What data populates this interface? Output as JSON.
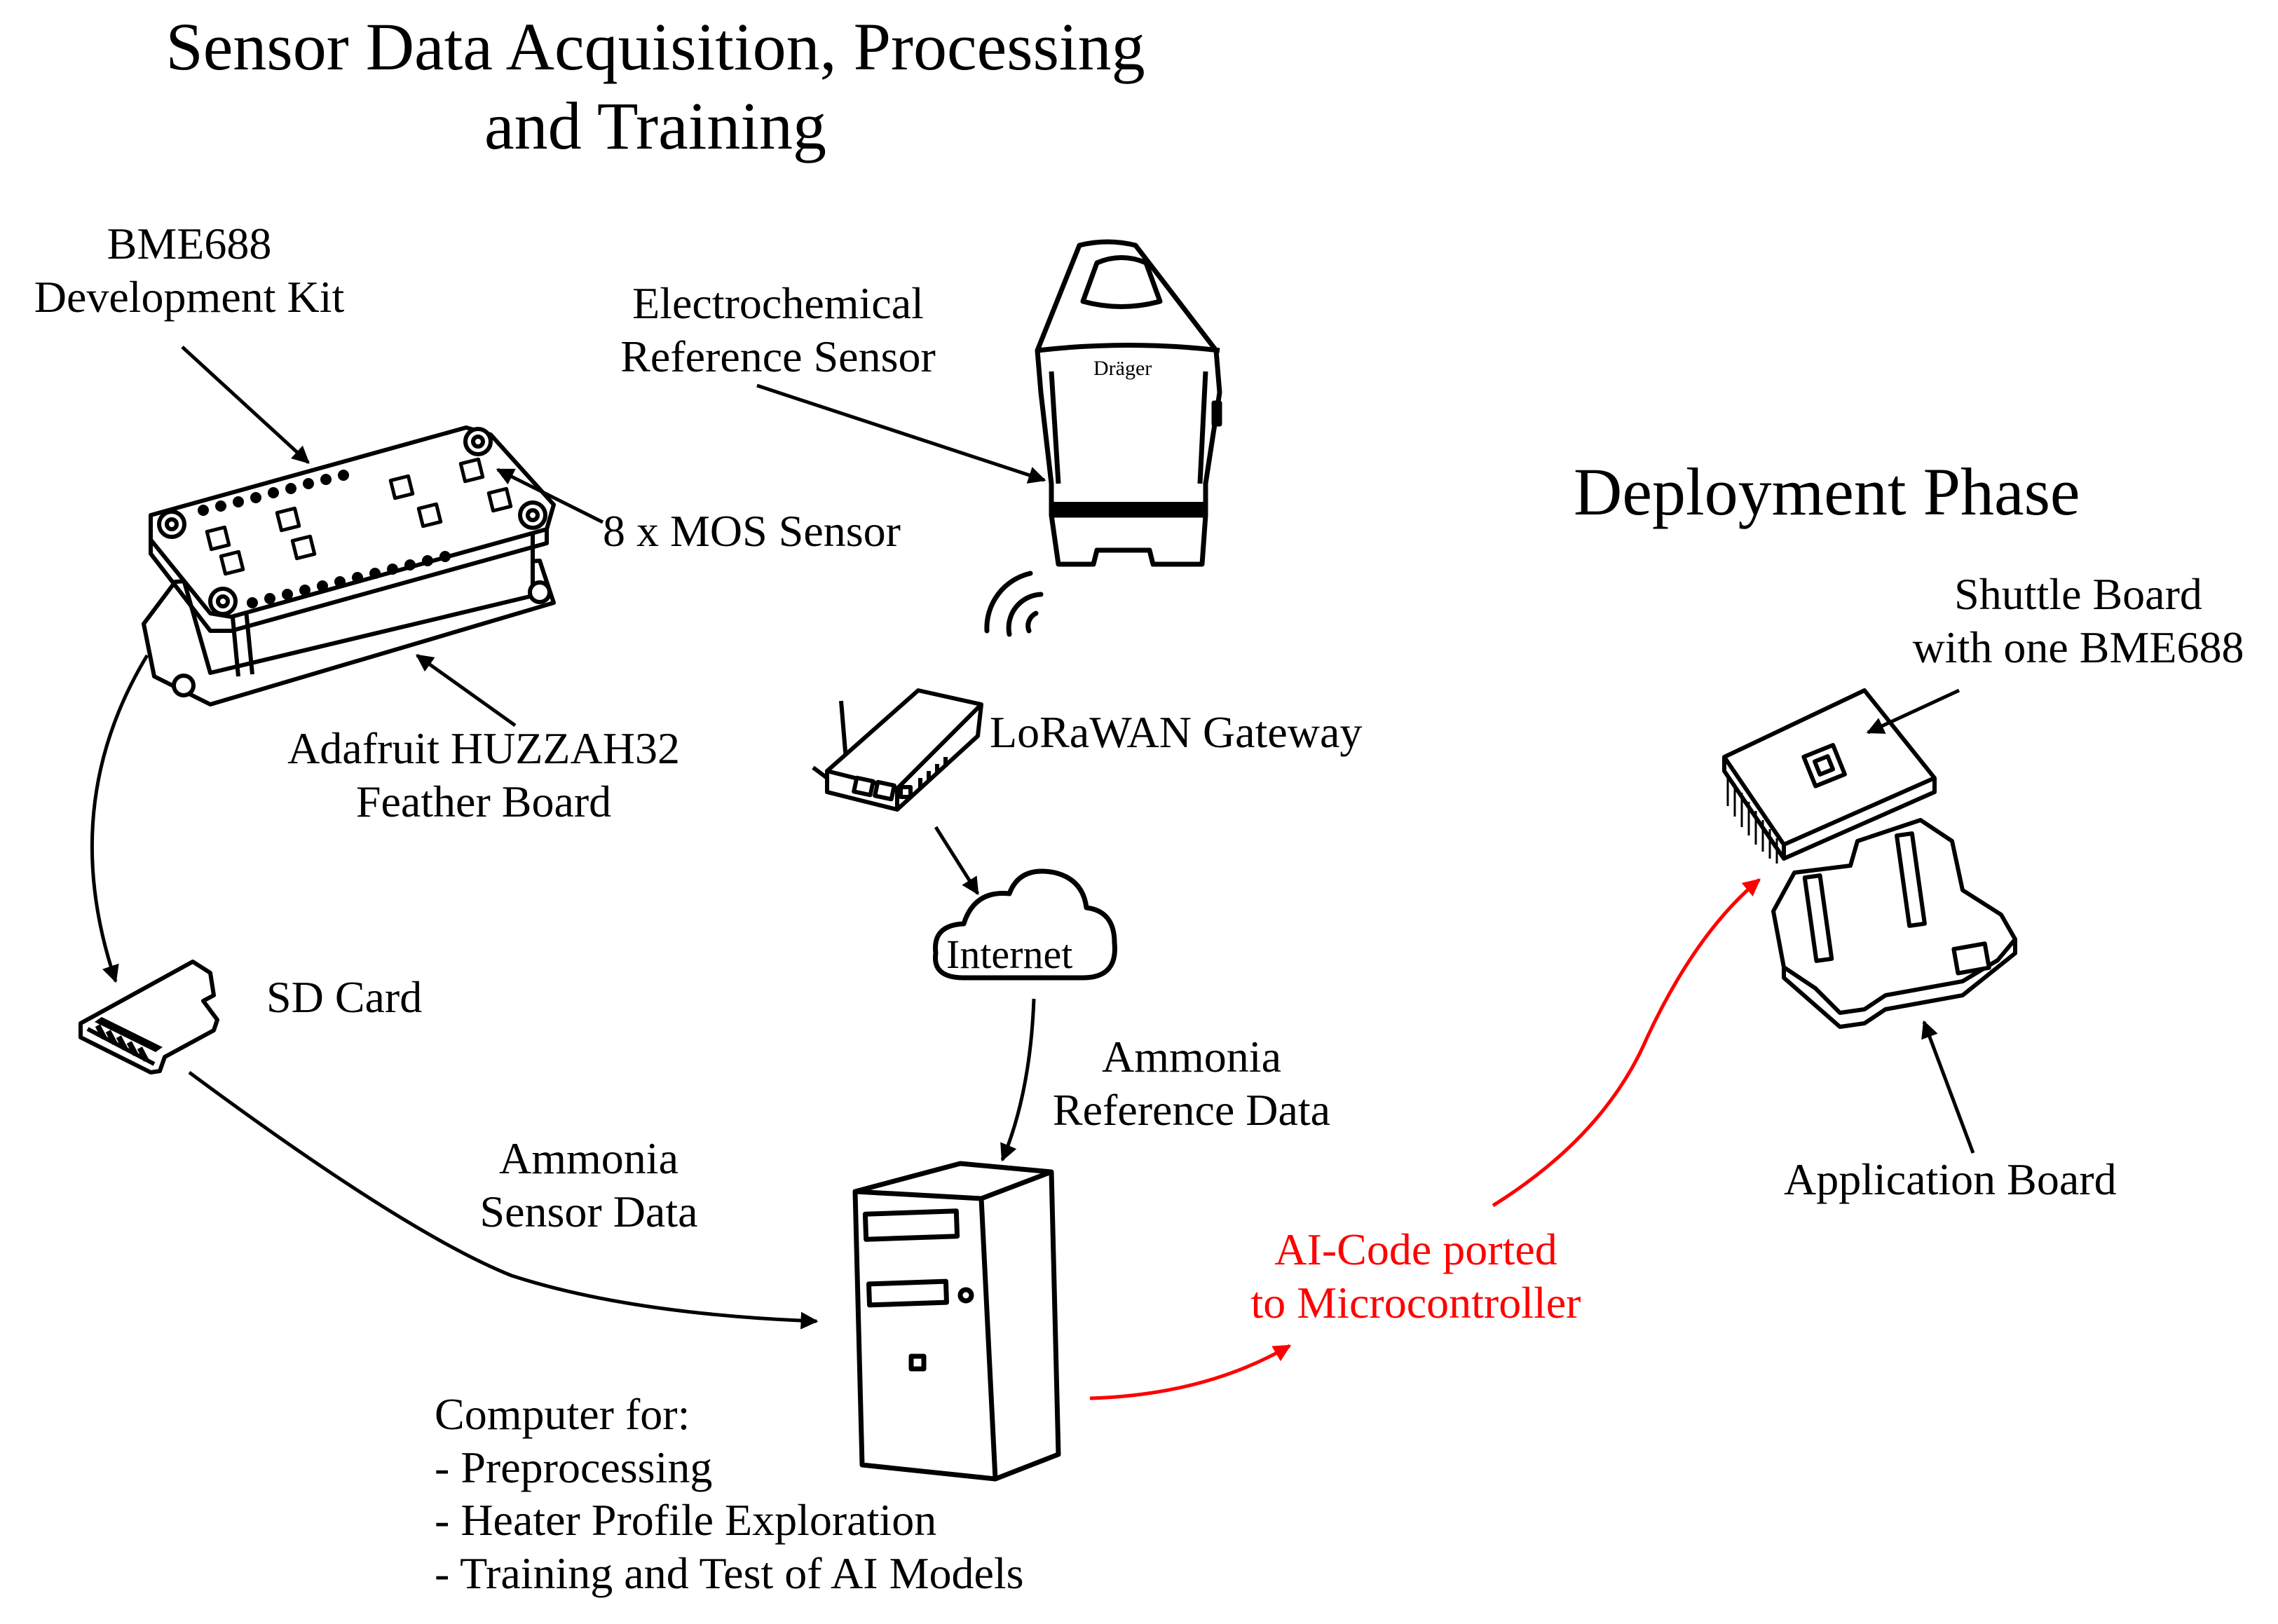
{
  "title": {
    "line1": "Sensor Data Acquisition, Processing",
    "line2": "and Training"
  },
  "deployment_title": "Deployment Phase",
  "labels": {
    "devkit": {
      "line1": "BME688",
      "line2": "Development Kit"
    },
    "mos_sensor": "8 x MOS Sensor",
    "feather": {
      "line1": "Adafruit HUZZAH32",
      "line2": "Feather Board"
    },
    "sd_card": "SD Card",
    "ref_sensor": {
      "line1": "Electrochemical",
      "line2": "Reference Sensor"
    },
    "brand": "Dräger",
    "gateway": "LoRaWAN Gateway",
    "internet": "Internet",
    "ammonia_ref": {
      "line1": "Ammonia",
      "line2": "Reference Data"
    },
    "ammonia_sensor": {
      "line1": "Ammonia",
      "line2": "Sensor Data"
    },
    "ai_code": {
      "line1": "AI-Code ported",
      "line2": "to Microcontroller"
    },
    "shuttle": {
      "line1": "Shuttle Board",
      "line2": "with one BME688"
    },
    "app_board": "Application Board",
    "computer": {
      "heading": "Computer for:",
      "items": [
        "- Preprocessing",
        "- Heater Profile Exploration",
        "- Training and Test of AI Models"
      ]
    }
  },
  "colors": {
    "ink": "#000000",
    "highlight": "#ff0000",
    "background": "#ffffff"
  },
  "icons": [
    "devkit-board-icon",
    "sd-card-icon",
    "reference-sensor-icon",
    "wifi-signal-icon",
    "router-icon",
    "cloud-icon",
    "computer-tower-icon",
    "shuttle-board-icon",
    "application-board-icon"
  ]
}
